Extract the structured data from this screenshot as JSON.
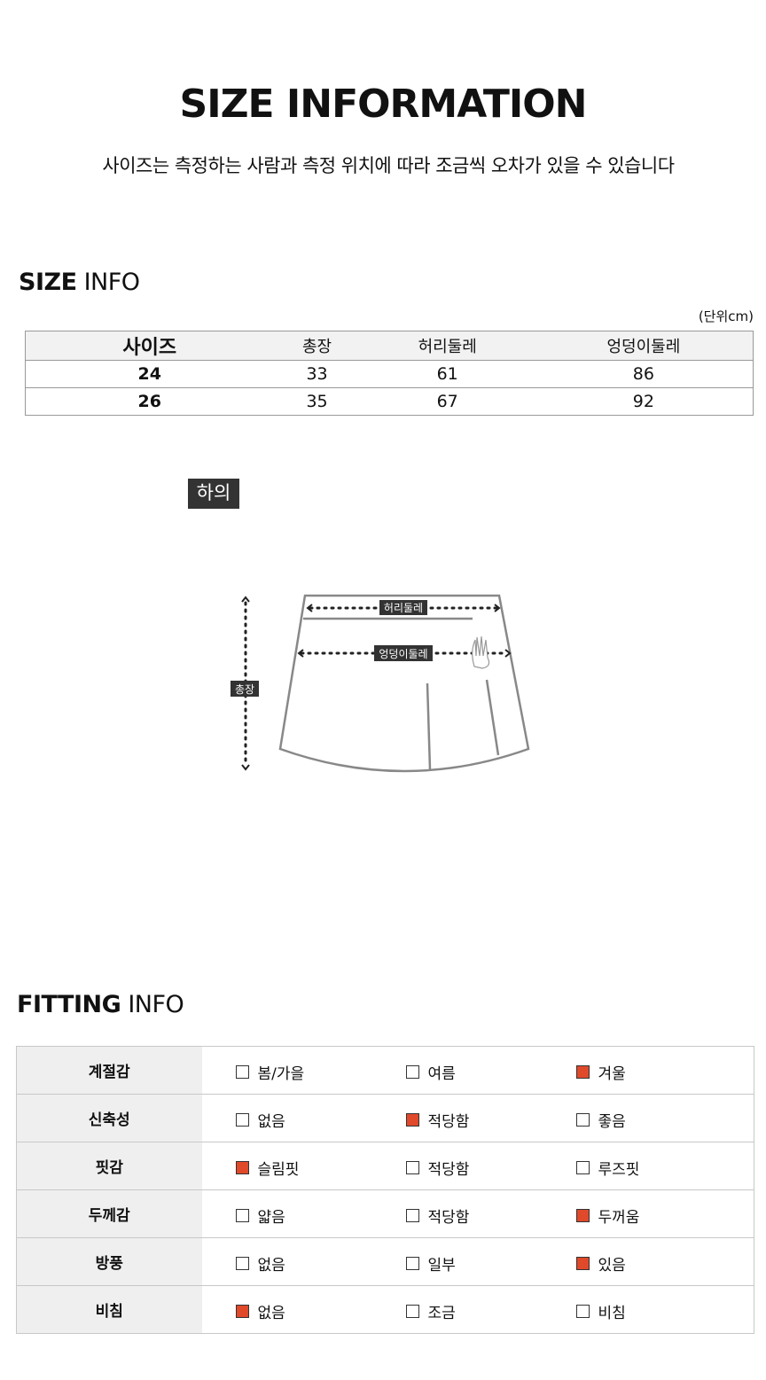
{
  "header": {
    "title": "SIZE INFORMATION",
    "subtitle": "사이즈는 측정하는 사람과 측정 위치에 따라 조금씩 오차가 있을 수 있습니다"
  },
  "size_info": {
    "title_bold": "SIZE",
    "title_rest": " INFO",
    "unit": "(단위cm)",
    "headers": [
      "사이즈",
      "총장",
      "허리둘레",
      "엉덩이둘레"
    ],
    "rows": [
      [
        "24",
        "33",
        "61",
        "86"
      ],
      [
        "26",
        "35",
        "67",
        "92"
      ]
    ]
  },
  "diagram": {
    "tag": "하의",
    "waist_label": "허리둘레",
    "hip_label": "엉덩이둘레",
    "length_label": "총장"
  },
  "fitting_info": {
    "title_bold": "FITTING",
    "title_rest": " INFO",
    "accent_color": "#e0492a",
    "rows": [
      {
        "label": "계절감",
        "options": [
          {
            "text": "봄/가을",
            "checked": false
          },
          {
            "text": "여름",
            "checked": false
          },
          {
            "text": "겨울",
            "checked": true
          }
        ]
      },
      {
        "label": "신축성",
        "options": [
          {
            "text": "없음",
            "checked": false
          },
          {
            "text": "적당함",
            "checked": true
          },
          {
            "text": "좋음",
            "checked": false
          }
        ]
      },
      {
        "label": "핏감",
        "options": [
          {
            "text": "슬림핏",
            "checked": true
          },
          {
            "text": "적당함",
            "checked": false
          },
          {
            "text": "루즈핏",
            "checked": false
          }
        ]
      },
      {
        "label": "두께감",
        "options": [
          {
            "text": "얇음",
            "checked": false
          },
          {
            "text": "적당함",
            "checked": false
          },
          {
            "text": "두꺼움",
            "checked": true
          }
        ]
      },
      {
        "label": "방풍",
        "options": [
          {
            "text": "없음",
            "checked": false
          },
          {
            "text": "일부",
            "checked": false
          },
          {
            "text": "있음",
            "checked": true
          }
        ]
      },
      {
        "label": "비침",
        "options": [
          {
            "text": "없음",
            "checked": true
          },
          {
            "text": "조금",
            "checked": false
          },
          {
            "text": "비침",
            "checked": false
          }
        ]
      }
    ]
  }
}
